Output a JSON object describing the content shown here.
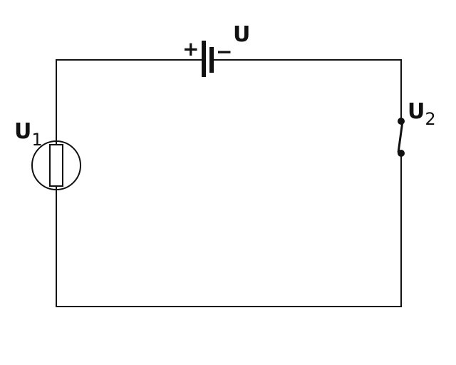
{
  "diagram": {
    "battery": {
      "label": "U",
      "plus": "+",
      "minus": "−"
    },
    "component_left": {
      "label_main": "U",
      "label_sub": "1"
    },
    "switch_right": {
      "label_main": "U",
      "label_sub": "2"
    }
  },
  "colors": {
    "wire": "#111111",
    "background": "#ffffff"
  }
}
